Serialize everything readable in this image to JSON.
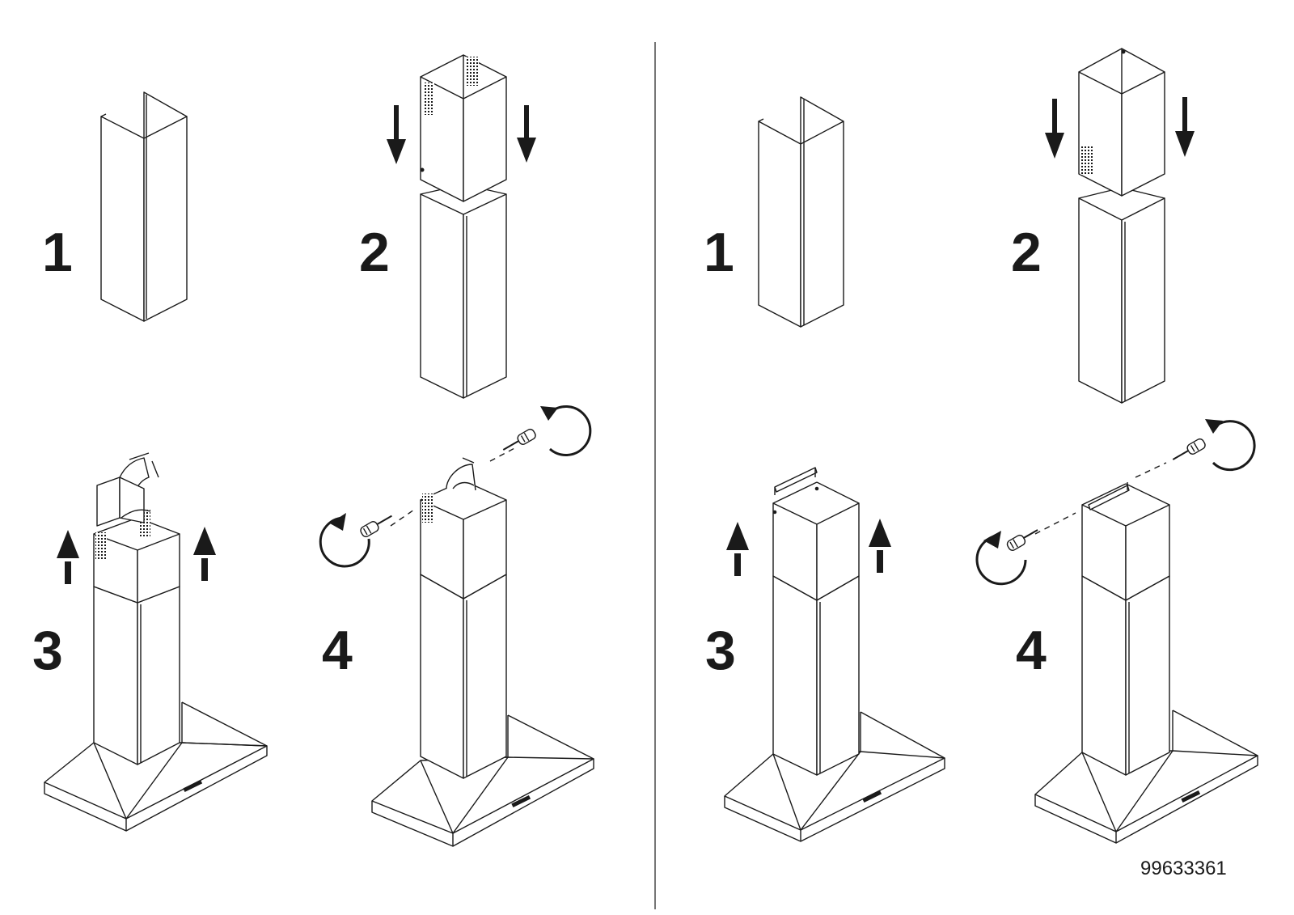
{
  "steps": {
    "left": [
      "1",
      "2",
      "3",
      "4"
    ],
    "right": [
      "1",
      "2",
      "3",
      "4"
    ]
  },
  "document_code": "99633361",
  "colors": {
    "line": "#1a1a1a",
    "background": "#ffffff"
  }
}
